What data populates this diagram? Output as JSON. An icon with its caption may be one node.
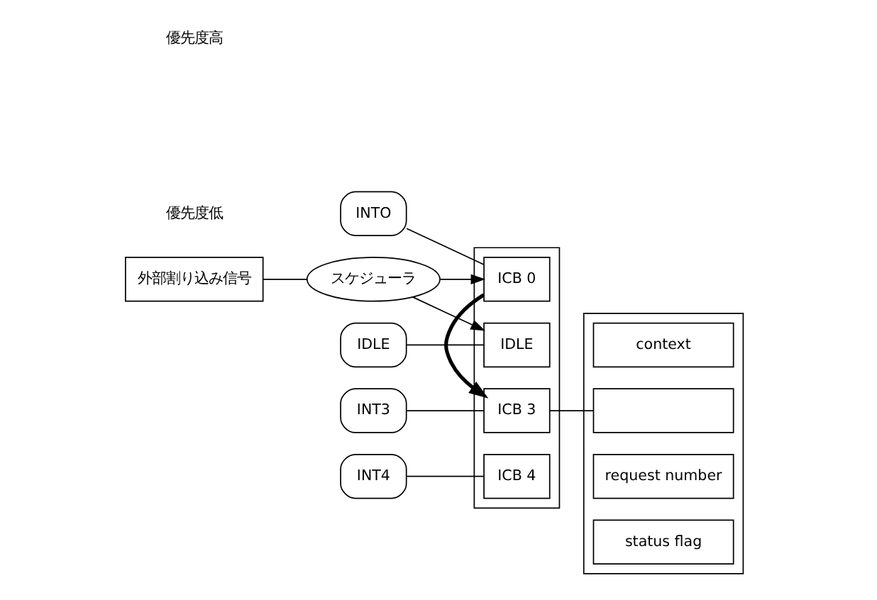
{
  "diagram": {
    "nodes": [
      {
        "text": [
          "外部割り込み信号"
        ]
      },
      {
        "text": [
          "INTO"
        ]
      },
      {
        "text": [],
        "shape": "box"
      },
      {
        "text": [
          "ICB 0"
        ],
        "in": 2
      },
      {
        "text": [
          "スケジューラ"
        ]
      },
      {
        "text": [
          "INT3"
        ]
      },
      {
        "text": [
          "ICB 3"
        ],
        "in": 2
      },
      {
        "text": [
          "INT4"
        ]
      },
      {
        "text": [
          "ICB 4"
        ],
        "in": 2
      },
      {
        "text": [
          "IDLE"
        ]
      },
      {
        "text": [
          "IDLE"
        ],
        "in": 2
      },
      {
        "text": [],
        "shape": "box"
      },
      {
        "text": [
          "status flag"
        ],
        "in": 11
      },
      {
        "text": [
          "request number"
        ],
        "in": 11
      },
      {
        "text": [],
        "shape": "box",
        "in": 11
      },
      {
        "text": [
          "context"
        ],
        "in": 11
      }
    ],
    "edges": [
      {
        "from": 1,
        "to": 3,
        "arrow": "none"
      },
      {
        "from": 5,
        "to": 6,
        "arrow": "none"
      },
      {
        "from": 7,
        "to": 8,
        "arrow": "none"
      },
      {
        "from": 9,
        "to": 10,
        "arrow": "none"
      },
      {
        "from": 0,
        "to": 4,
        "arrow": "none"
      },
      {
        "from": 4,
        "to": 3,
        "arrow": "to"
      },
      {
        "from": 4,
        "to": 10,
        "arrow": "to"
      },
      {
        "from": 3,
        "to": 6,
        "arrow": "to",
        "style": "thick"
      },
      {
        "from": 6,
        "to": 14,
        "arrow": "none"
      }
    ],
    "labels": [
      "優先度高",
      "優先度低"
    ]
  }
}
